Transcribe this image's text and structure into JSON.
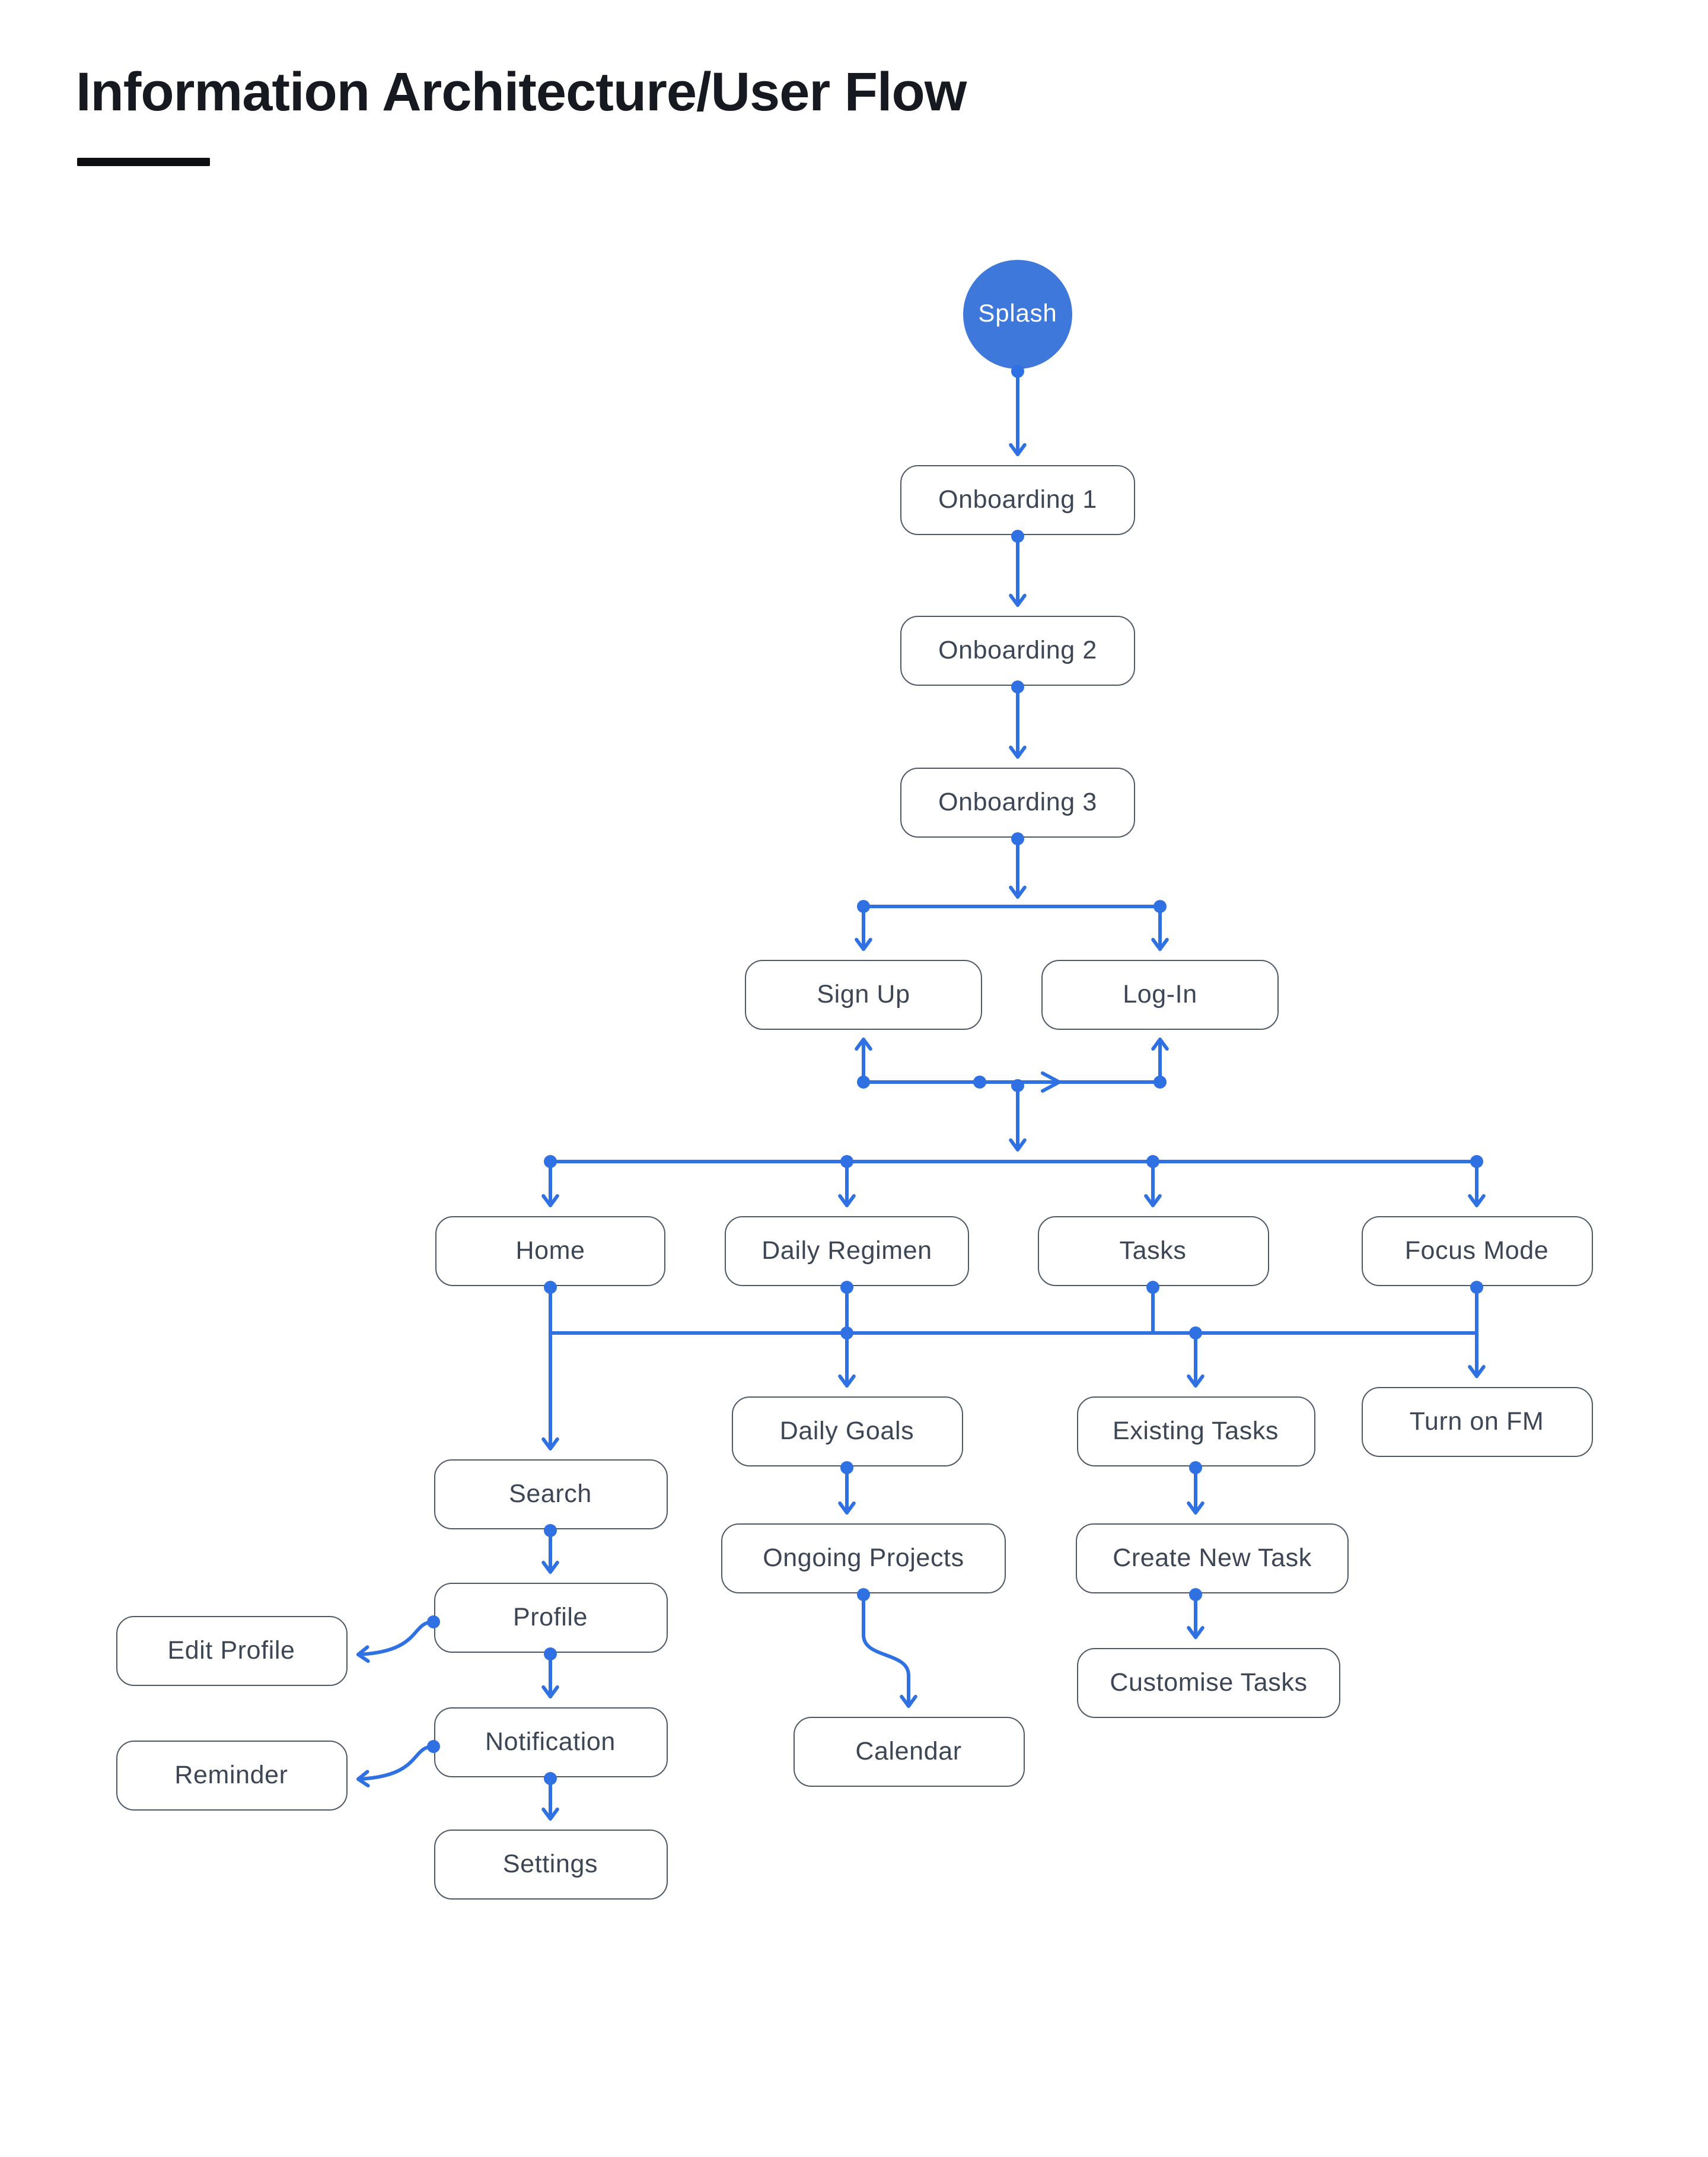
{
  "title": "Information Architecture/User Flow",
  "colors": {
    "accent_blue": "#2F70E2",
    "circle_fill": "#3E78DB",
    "node_border": "#4E5966",
    "node_text": "#3D4655",
    "title_color": "#16191F",
    "underline_color": "#0C0E11"
  },
  "nodes": {
    "splash": {
      "label": "Splash",
      "shape": "circle"
    },
    "onboarding_1": {
      "label": "Onboarding 1",
      "shape": "box"
    },
    "onboarding_2": {
      "label": "Onboarding 2",
      "shape": "box"
    },
    "onboarding_3": {
      "label": "Onboarding 3",
      "shape": "box"
    },
    "sign_up": {
      "label": "Sign Up",
      "shape": "box"
    },
    "log_in": {
      "label": "Log-In",
      "shape": "box"
    },
    "home": {
      "label": "Home",
      "shape": "box"
    },
    "daily_regimen": {
      "label": "Daily Regimen",
      "shape": "box"
    },
    "tasks": {
      "label": "Tasks",
      "shape": "box"
    },
    "focus_mode": {
      "label": "Focus Mode",
      "shape": "box"
    },
    "daily_goals": {
      "label": "Daily Goals",
      "shape": "box"
    },
    "existing_tasks": {
      "label": "Existing Tasks",
      "shape": "box"
    },
    "turn_on_fm": {
      "label": "Turn on FM",
      "shape": "box"
    },
    "search": {
      "label": "Search",
      "shape": "box"
    },
    "ongoing_projects": {
      "label": "Ongoing Projects",
      "shape": "box"
    },
    "create_new_task": {
      "label": "Create New Task",
      "shape": "box"
    },
    "profile": {
      "label": "Profile",
      "shape": "box"
    },
    "edit_profile": {
      "label": "Edit Profile",
      "shape": "box"
    },
    "customise_tasks": {
      "label": "Customise Tasks",
      "shape": "box"
    },
    "notification": {
      "label": "Notification",
      "shape": "box"
    },
    "calendar": {
      "label": "Calendar",
      "shape": "box"
    },
    "reminder": {
      "label": "Reminder",
      "shape": "box"
    },
    "settings": {
      "label": "Settings",
      "shape": "box"
    }
  },
  "edges": [
    {
      "id": "splash-ob1",
      "from": "splash",
      "to": "onboarding_1"
    },
    {
      "id": "ob1-ob2",
      "from": "onboarding_1",
      "to": "onboarding_2"
    },
    {
      "id": "ob2-ob3",
      "from": "onboarding_2",
      "to": "onboarding_3"
    },
    {
      "id": "ob3-branch",
      "from": "onboarding_3",
      "to": "auth-branch"
    },
    {
      "id": "branch-line",
      "from": "auth-branch",
      "to": "auth-branch"
    },
    {
      "id": "branch-signup",
      "from": "auth-branch",
      "to": "sign_up"
    },
    {
      "id": "branch-login",
      "from": "auth-branch",
      "to": "log_in"
    },
    {
      "id": "link-up-signup",
      "from": "auth-link",
      "to": "sign_up"
    },
    {
      "id": "link-up-login",
      "from": "auth-link",
      "to": "log_in"
    },
    {
      "id": "link-line",
      "from": "sign_up",
      "to": "log_in"
    },
    {
      "id": "link-chevron",
      "from": "sign_up",
      "to": "log_in"
    },
    {
      "id": "link-down",
      "from": "auth-link",
      "to": "main-branch"
    },
    {
      "id": "main-line",
      "from": "main-branch",
      "to": "main-branch"
    },
    {
      "id": "main-home",
      "from": "main-branch",
      "to": "home"
    },
    {
      "id": "main-dr",
      "from": "main-branch",
      "to": "daily_regimen"
    },
    {
      "id": "main-tasks",
      "from": "main-branch",
      "to": "tasks"
    },
    {
      "id": "main-fm",
      "from": "main-branch",
      "to": "focus_mode"
    },
    {
      "id": "home-search",
      "from": "home",
      "to": "search"
    },
    {
      "id": "sub-line",
      "from": "home",
      "to": "focus_mode"
    },
    {
      "id": "dr-dg",
      "from": "daily_regimen",
      "to": "daily_goals"
    },
    {
      "id": "tasks-sub",
      "from": "tasks",
      "to": "sub-branch"
    },
    {
      "id": "sub-et",
      "from": "sub-branch",
      "to": "existing_tasks"
    },
    {
      "id": "fm-fmbox",
      "from": "focus_mode",
      "to": "turn_on_fm"
    },
    {
      "id": "search-profile",
      "from": "search",
      "to": "profile"
    },
    {
      "id": "profile-notif",
      "from": "profile",
      "to": "notification"
    },
    {
      "id": "notif-settings",
      "from": "notification",
      "to": "settings"
    },
    {
      "id": "dg-op",
      "from": "daily_goals",
      "to": "ongoing_projects"
    },
    {
      "id": "op-calendar",
      "from": "ongoing_projects",
      "to": "calendar"
    },
    {
      "id": "et-cnt",
      "from": "existing_tasks",
      "to": "create_new_task"
    },
    {
      "id": "cnt-ct",
      "from": "create_new_task",
      "to": "customise_tasks"
    },
    {
      "id": "profile-edit",
      "from": "profile",
      "to": "edit_profile"
    },
    {
      "id": "notif-reminder",
      "from": "notification",
      "to": "reminder"
    }
  ]
}
